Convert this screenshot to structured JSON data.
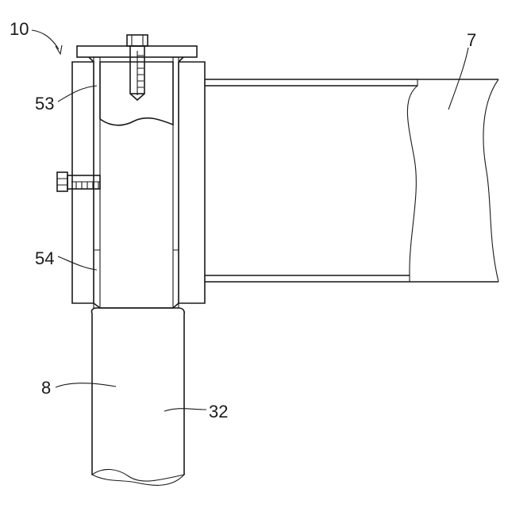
{
  "figure": {
    "reference_labels": {
      "assembly": "10",
      "pipe_right": "7",
      "upper_sleeve": "53",
      "lower_sleeve": "54",
      "post": "8",
      "post_inner": "32"
    }
  }
}
